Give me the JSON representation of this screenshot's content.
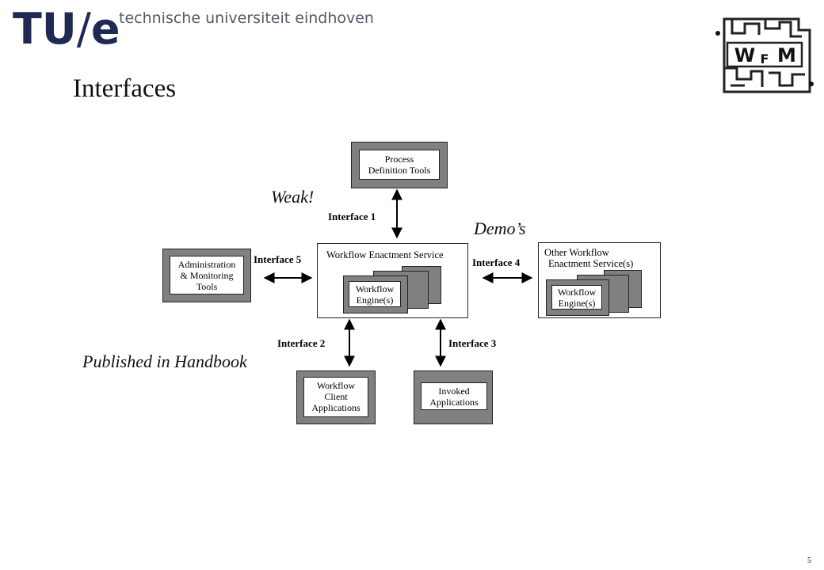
{
  "header": {
    "logo_tu": "TU",
    "logo_slash": "/",
    "logo_e": "e",
    "university": "technische universiteit eindhoven",
    "wfm_letters": [
      "W",
      "F",
      "M"
    ]
  },
  "title": "Interfaces",
  "diagram": {
    "process_tools": [
      "Process",
      "Definition Tools"
    ],
    "admin_tools": [
      "Administration",
      "& Monitoring",
      "Tools"
    ],
    "enactment_service": "Workflow Enactment Service",
    "engine": [
      "Workflow",
      "Engine(s)"
    ],
    "other_service": [
      "Other Workflow",
      "Enactment Service(s)"
    ],
    "other_engine": [
      "Workflow",
      "Engine(s)"
    ],
    "client_apps": [
      "Workflow",
      "Client",
      "Applications"
    ],
    "invoked_apps": [
      "Invoked",
      "Applications"
    ],
    "interface_1": "Interface 1",
    "interface_2": "Interface 2",
    "interface_3": "Interface 3",
    "interface_4": "Interface 4",
    "interface_5": "Interface 5"
  },
  "notes": {
    "weak": "Weak!",
    "demos": "Demo’s",
    "published": "Published in Handbook"
  },
  "page_number": "5"
}
